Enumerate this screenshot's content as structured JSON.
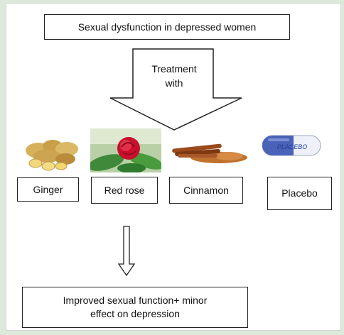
{
  "diagram": {
    "title": "Sexual dysfunction in depressed women",
    "treatment_line1": "Treatment",
    "treatment_line2": "with",
    "treatments": [
      {
        "label": "Ginger",
        "icon": "ginger-root-photo"
      },
      {
        "label": "Red rose",
        "icon": "red-rose-photo"
      },
      {
        "label": "Cinnamon",
        "icon": "cinnamon-photo"
      },
      {
        "label": "Placebo",
        "icon": "placebo-capsule-photo"
      }
    ],
    "pill_text": "PLACEBO",
    "outcome": "Improved sexual function+ minor effect on depression"
  },
  "colors": {
    "background": "#dde9da",
    "border": "#222222",
    "rose": "#c8102e",
    "ginger": "#d8b25a",
    "cinnamon": "#9b4a1c",
    "capsule": "#4a63b8"
  }
}
